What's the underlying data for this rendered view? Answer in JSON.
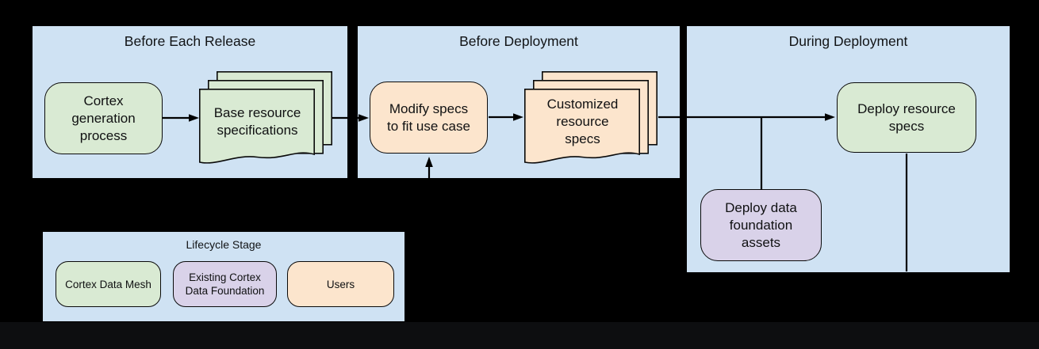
{
  "colors": {
    "panel_blue": "#cfe2f3",
    "cortex_data_mesh_green": "#d9ead3",
    "users_orange": "#fce5cd",
    "existing_foundation_purple": "#d9d2e9",
    "connector_black": "#000000",
    "figure_background": "#000000"
  },
  "panels": [
    {
      "title": "Before Each Release",
      "nodes": [
        {
          "label": "Cortex\ngeneration\nprocess",
          "category": "cortex-data-mesh",
          "shape": "rounded-box"
        },
        {
          "label": "Base resource\nspecifications",
          "category": "cortex-data-mesh",
          "shape": "document-stack"
        }
      ]
    },
    {
      "title": "Before Deployment",
      "nodes": [
        {
          "label": "Modify specs\nto fit use case",
          "category": "users",
          "shape": "rounded-box"
        },
        {
          "label": "Customized\nresource\nspecs",
          "category": "users",
          "shape": "document-stack"
        }
      ]
    },
    {
      "title": "During Deployment",
      "nodes": [
        {
          "label": "Deploy resource\nspecs",
          "category": "cortex-data-mesh",
          "shape": "rounded-box"
        },
        {
          "label": "Deploy data\nfoundation\nassets",
          "category": "existing-cortex-data-foundation",
          "shape": "rounded-box"
        }
      ]
    }
  ],
  "legend": {
    "title": "Lifecycle Stage",
    "items": [
      {
        "label": "Cortex Data Mesh",
        "color": "#d9ead3"
      },
      {
        "label": "Existing Cortex\nData Foundation",
        "color": "#d9d2e9"
      },
      {
        "label": "Users",
        "color": "#fce5cd"
      }
    ]
  }
}
